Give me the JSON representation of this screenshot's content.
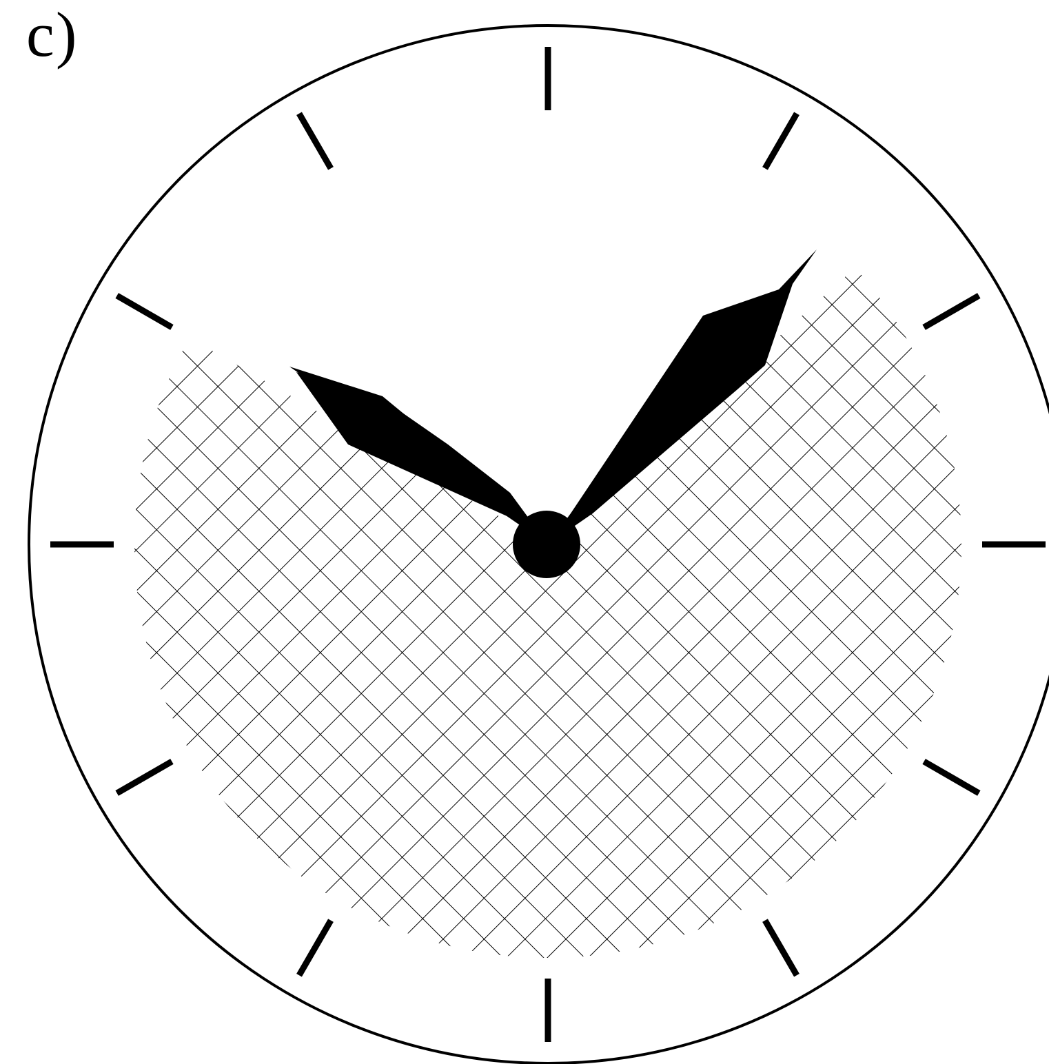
{
  "figure": {
    "label": "c)"
  },
  "clock": {
    "hour_marks": 12,
    "hour_hand_points_to": 10,
    "minute_hand_points_to": 8,
    "shaded_sector": {
      "from_minute": 8,
      "to_minute": 50,
      "pattern": "cross-hatch"
    },
    "colors": {
      "ink": "#000000",
      "background": "#ffffff"
    }
  }
}
